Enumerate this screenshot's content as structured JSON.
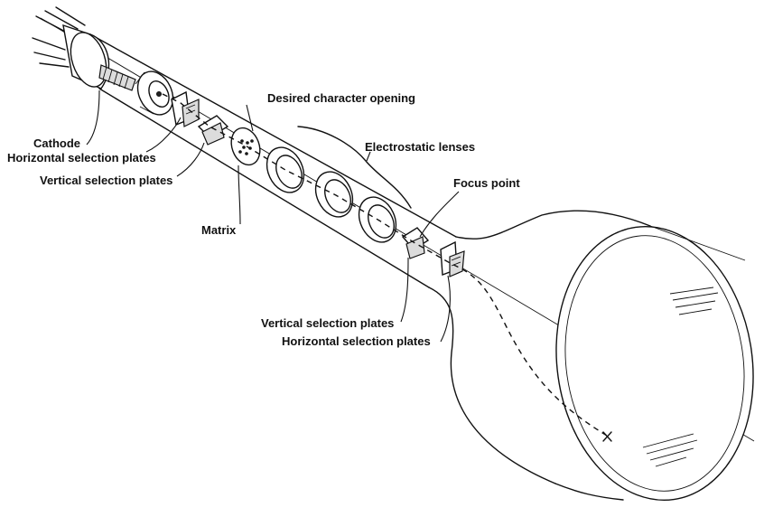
{
  "labels": {
    "desired_character_opening": "Desired character opening",
    "cathode": "Cathode",
    "horizontal_selection_plates_top": "Horizontal selection plates",
    "vertical_selection_plates_top": "Vertical selection plates",
    "electrostatic_lenses": "Electrostatic lenses",
    "focus_point": "Focus point",
    "matrix": "Matrix",
    "vertical_selection_plates_bottom": "Vertical selection plates",
    "horizontal_selection_plates_bottom": "Horizontal selection plates"
  },
  "colors": {
    "ink": "#111111",
    "background": "#ffffff"
  }
}
